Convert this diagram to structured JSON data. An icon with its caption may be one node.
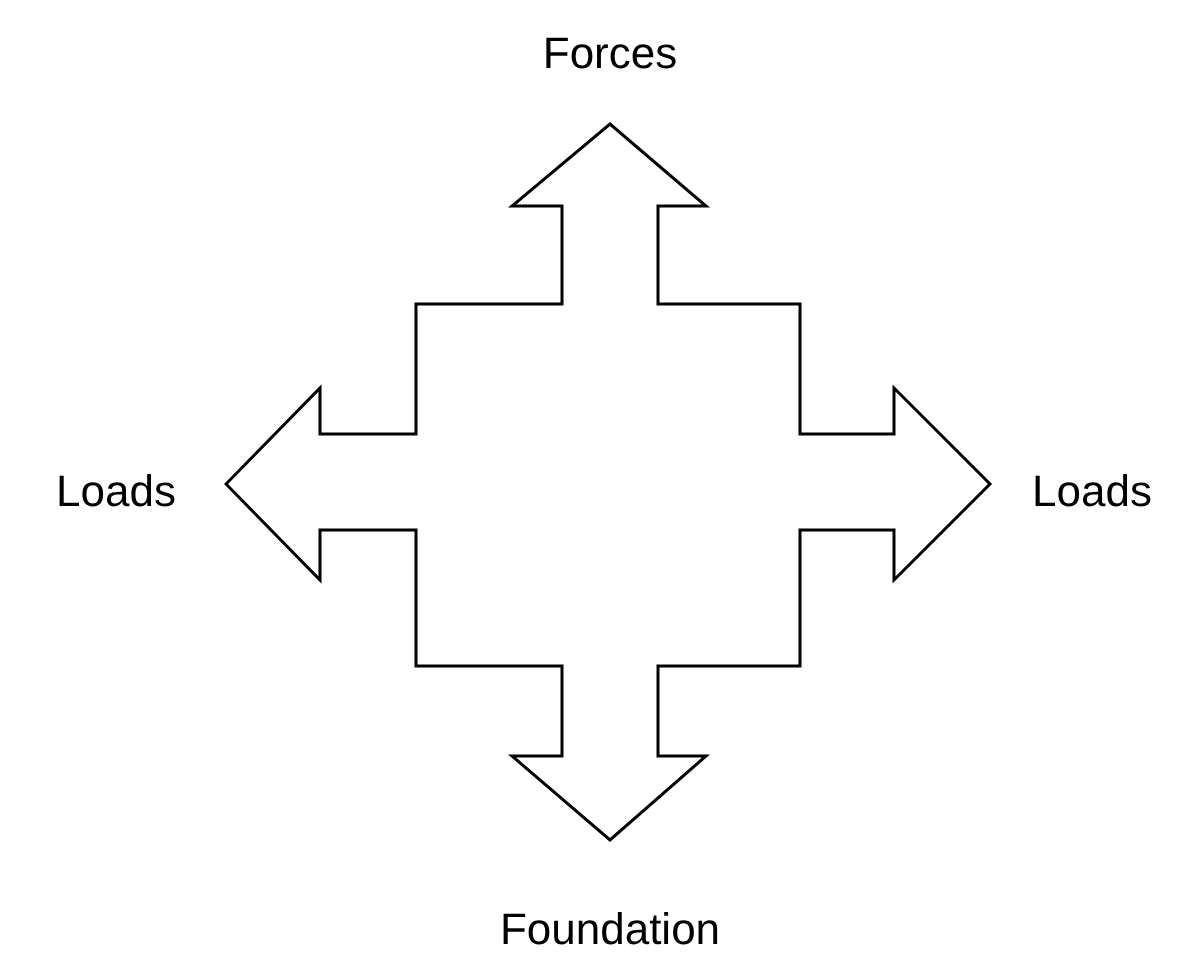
{
  "diagram": {
    "nodes": [
      {
        "text": [],
        "shape": "cross"
      }
    ],
    "labels": [
      "Forces",
      "Loads",
      "Loads",
      "Foundation"
    ]
  }
}
